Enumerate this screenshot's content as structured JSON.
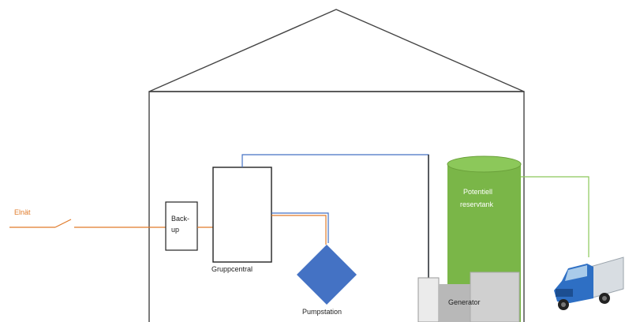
{
  "labels": {
    "einat": "Elnät",
    "backup_line1": "Back-",
    "backup_line2": "up",
    "gruppcentral": "Gruppcentral",
    "pumpstation": "Pumpstation",
    "tank_line1": "Potentiell",
    "tank_line2": "reservtank",
    "generator": "Generator"
  },
  "colors": {
    "grid_line": "#e07b2a",
    "control_line": "#4472c4",
    "tank": "#7ab648",
    "tank_top": "#8cc85a",
    "pump": "#4472c4",
    "generator_body": "#b8b8b8",
    "generator_front": "#d9d9d9",
    "tank_link": "#8cc85a",
    "building": "#444444",
    "truck_cab": "#2e6fc4"
  },
  "icons": {
    "switch": "switch-icon",
    "truck": "truck-icon"
  }
}
